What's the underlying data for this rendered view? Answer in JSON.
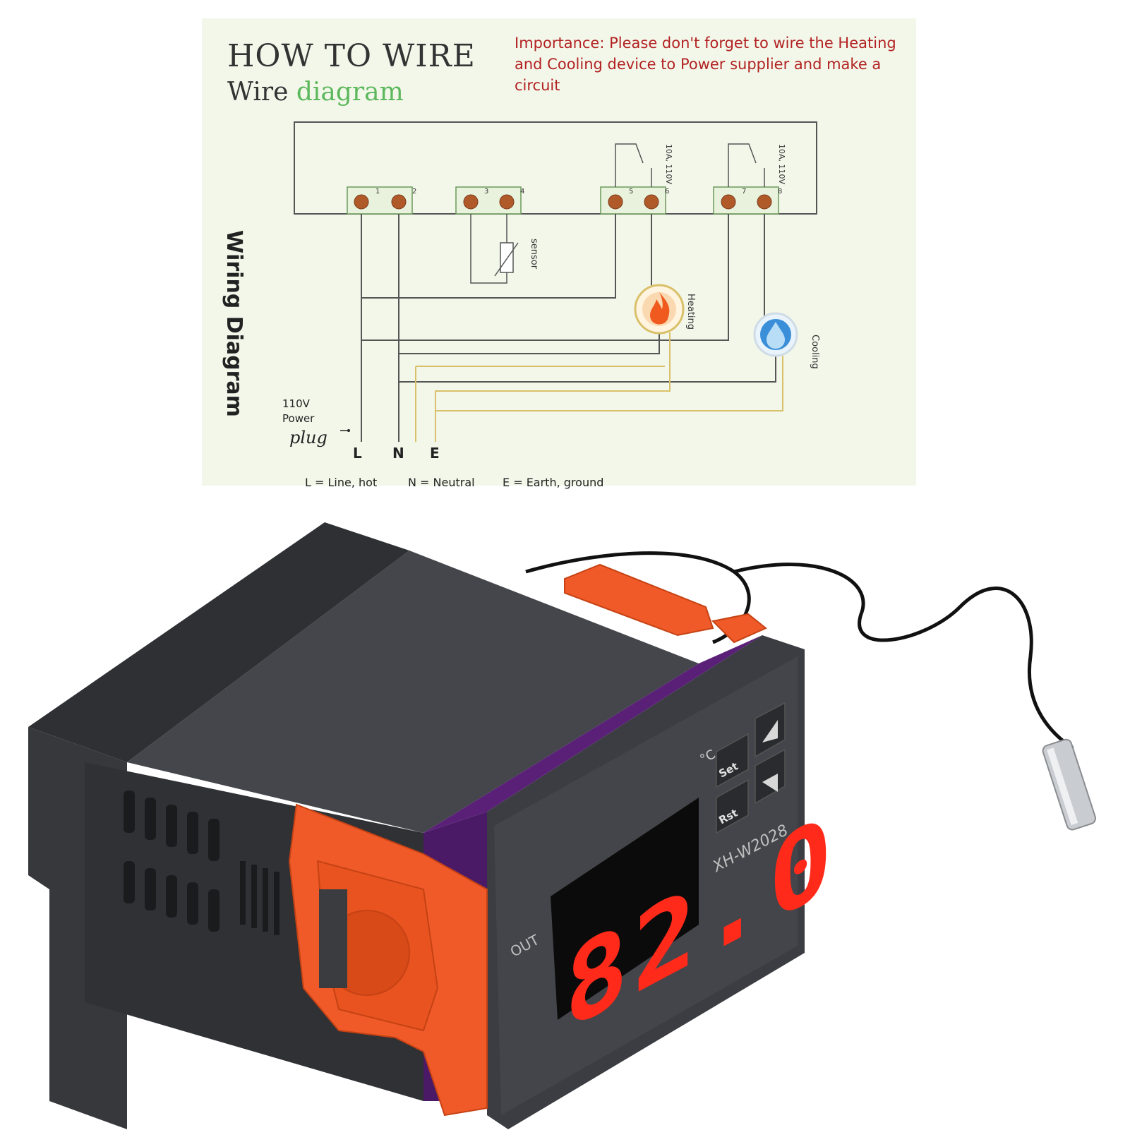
{
  "diagram": {
    "title": "HOW TO WIRE",
    "subtitle_word1": "Wire",
    "subtitle_word2": "diagram",
    "importance_note": "Importance: Please don't forget to wire the Heating and Cooling device to Power supplier and make a circuit",
    "wiring_title": "Wiring Diagram",
    "power_label_line1": "110V",
    "power_label_line2": "Power",
    "plug_label": "plug",
    "terminals": [
      "1",
      "2",
      "3",
      "4",
      "5",
      "6",
      "7",
      "8"
    ],
    "relay_rating_1": "10A, 110V",
    "relay_rating_2": "10A, 110V",
    "sensor_label": "sensor",
    "heating_label": "Heating",
    "cooling_label": "Cooling",
    "lines": [
      "L",
      "N",
      "E"
    ],
    "legend": [
      "L = Line, hot",
      "N = Neutral",
      "E = Earth, ground"
    ],
    "colors": {
      "line": "#555555",
      "yellow_wire": "#d9c06a",
      "terminal": "#b05a2a",
      "heating": "#f08030",
      "cooling": "#3a8fd8",
      "note": "#b22222"
    }
  },
  "device": {
    "display_value": "82.0",
    "unit": "°C",
    "model": "XH-W2028",
    "out_label": "OUT",
    "set_button": "Set",
    "rst_button": "Rst",
    "up_icon": "triangle-up-icon",
    "down_icon": "triangle-down-icon",
    "colors": {
      "body": "#3b3d42",
      "display": "#ff2a1a",
      "clip": "#f05a28",
      "purple": "#6a2a8a"
    }
  }
}
